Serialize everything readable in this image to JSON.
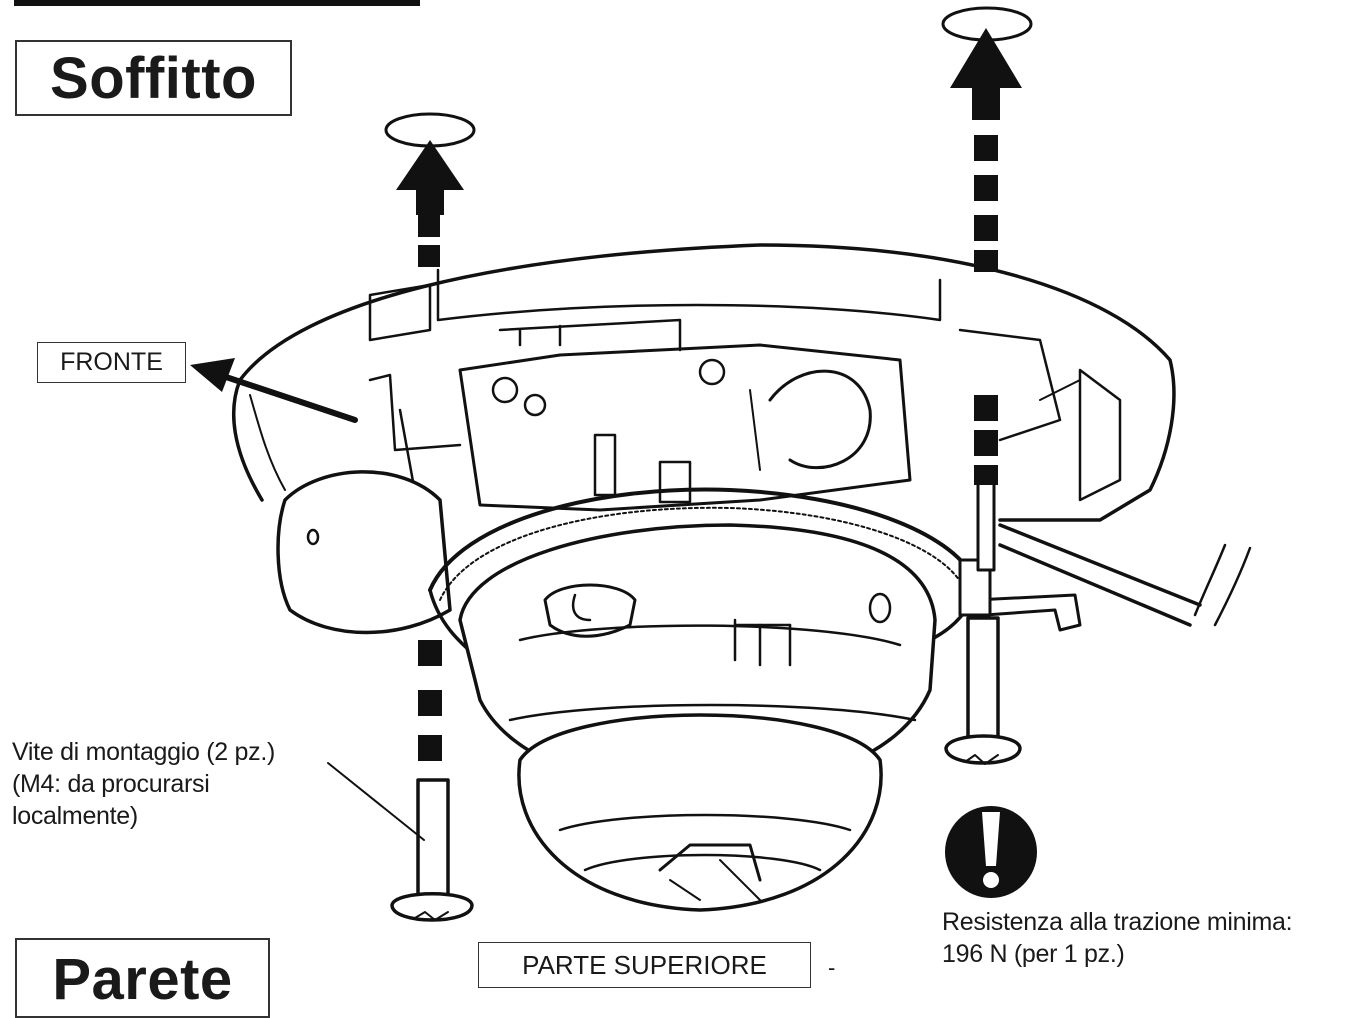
{
  "labels": {
    "ceiling_heading": "Soffitto",
    "wall_heading": "Parete",
    "front_label": "FRONTE",
    "top_label": "PARTE SUPERIORE",
    "dash_mark": "-"
  },
  "screw_note": {
    "line1": "Vite di montaggio (2 pz.)",
    "line2": "(M4: da procurarsi",
    "line3": "localmente)"
  },
  "strength_note": {
    "line1": "Resistenza alla trazione minima:",
    "line2": "196 N (per 1 pz.)"
  },
  "icons": {
    "warning": "exclamation-circle-icon",
    "arrow_up": "arrow-up-icon",
    "rotation": "rotation-circle-icon",
    "screw": "screw-icon"
  },
  "colors": {
    "ink": "#111111",
    "paper": "#ffffff",
    "line_gray": "#333333"
  }
}
